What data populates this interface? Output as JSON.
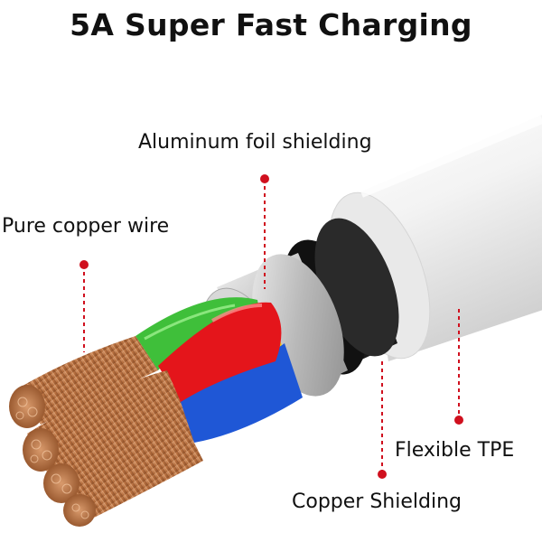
{
  "title": "5A Super Fast Charging",
  "labels": {
    "aluminum_foil": "Aluminum foil shielding",
    "copper_wire": "Pure copper wire",
    "flexible_tpe": "Flexible TPE",
    "copper_shielding": "Copper Shielding"
  },
  "colors": {
    "marker": "#d0101e",
    "jacket": "#f2f2f2",
    "copper": "#c98a5c",
    "wire_green": "#3fbf3a",
    "wire_red": "#e4151b",
    "wire_blue": "#1f57d6",
    "wire_yellow": "#f1d21f",
    "foil": "#c9c9c9",
    "braid": "#1a1a1a"
  }
}
